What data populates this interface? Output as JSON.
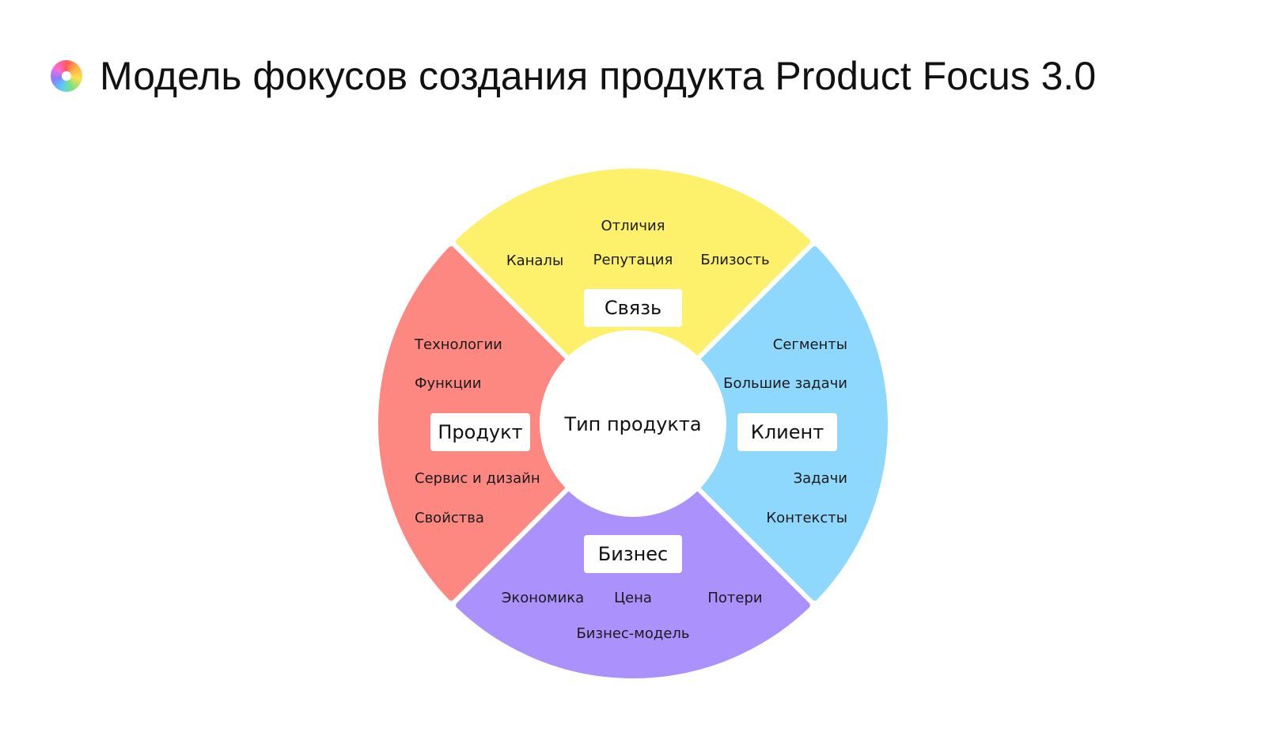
{
  "title": "Модель фокусов создания продукта Product Focus 3.0",
  "logo_icon": "color-wheel-icon",
  "center": {
    "label": "Тип продукта"
  },
  "sectors": {
    "top": {
      "label": "Связь",
      "color": "#fdf06b",
      "items": [
        "Отличия",
        "Каналы",
        "Репутация",
        "Близость"
      ]
    },
    "right": {
      "label": "Клиент",
      "color": "#8ed8fd",
      "items": [
        "Сегменты",
        "Большие задачи",
        "Задачи",
        "Контексты"
      ]
    },
    "bottom": {
      "label": "Бизнес",
      "color": "#ab91fb",
      "items": [
        "Экономика",
        "Цена",
        "Потери",
        "Бизнес-модель"
      ]
    },
    "left": {
      "label": "Продукт",
      "color": "#fd8882",
      "items": [
        "Технологии",
        "Функции",
        "Сервис и дизайн",
        "Свойства"
      ]
    }
  }
}
